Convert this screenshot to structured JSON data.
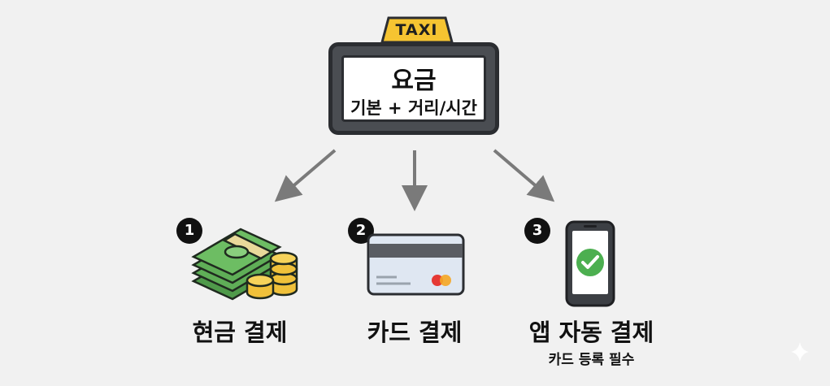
{
  "meter": {
    "sign_text": "TAXI",
    "title": "요금",
    "subtitle": "기본 + 거리/시간"
  },
  "options": [
    {
      "number": "1",
      "label": "현금 결제",
      "icon": "cash-stack-icon"
    },
    {
      "number": "2",
      "label": "카드 결제",
      "icon": "credit-card-icon"
    },
    {
      "number": "3",
      "label": "앱 자동 결제",
      "sublabel": "카드 등록 필수",
      "icon": "smartphone-check-icon"
    }
  ],
  "colors": {
    "background": "#f1f1f1",
    "taxi_yellow": "#f6c431",
    "meter_body": "#4a4d52",
    "cash_green": "#5fae57",
    "coin_gold": "#f0c13a",
    "check_green": "#4caf50",
    "arrow_gray": "#7a7a7a"
  }
}
